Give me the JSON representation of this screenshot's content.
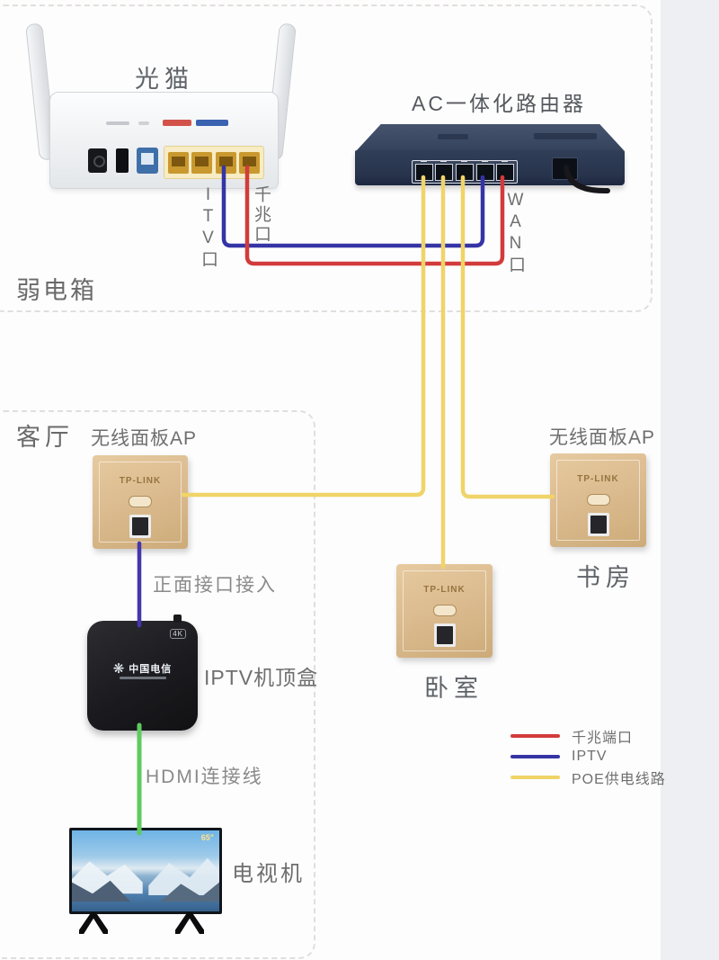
{
  "zones": {
    "weak_box": "弱电箱",
    "living_room": "客厅"
  },
  "modem": {
    "title": "光猫",
    "port_itv": "ITV口",
    "port_gigabit": "千兆口"
  },
  "router": {
    "title": "AC一体化路由器",
    "port_wan": "WAN口"
  },
  "aps": {
    "living": {
      "title": "无线面板AP",
      "brand": "TP-LINK"
    },
    "study": {
      "title": "无线面板AP",
      "brand": "TP-LINK",
      "room": "书房"
    },
    "bedroom": {
      "brand": "TP-LINK",
      "room": "卧室"
    }
  },
  "iptv": {
    "title": "IPTV机顶盒",
    "brand": "中国电信",
    "badge": "4K"
  },
  "tv": {
    "title": "电视机",
    "size": "65\""
  },
  "notes": {
    "front_port": "正面接口接入",
    "hdmi": "HDMI连接线"
  },
  "legend": {
    "items": [
      {
        "label": "千兆端口",
        "color": "#d23b3b"
      },
      {
        "label": "IPTV",
        "color": "#3534a5"
      },
      {
        "label": "POE供电线路",
        "color": "#f0d468"
      }
    ]
  },
  "cable_colors": {
    "gigabit_red": "#d23b3b",
    "iptv_blue": "#3534a5",
    "poe_yellow": "#f0d468",
    "ap_to_stb_purple": "#4336ae",
    "hdmi_green": "#5ecb5e"
  }
}
